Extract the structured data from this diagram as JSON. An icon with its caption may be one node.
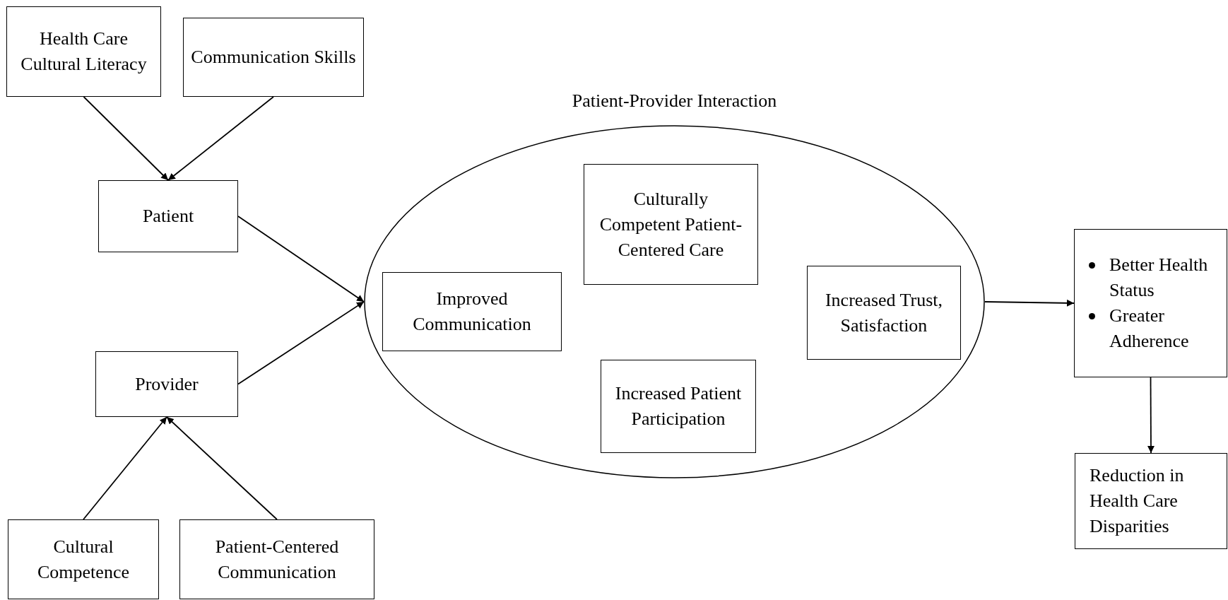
{
  "diagram": {
    "nodes": [
      {
        "text": [
          "Health Care Cultural Literacy"
        ]
      },
      {
        "text": [
          "Communication Skills"
        ]
      },
      {
        "text": [
          "Patient"
        ]
      },
      {
        "text": [
          "Provider"
        ]
      },
      {
        "text": [
          "Cultural Competence"
        ]
      },
      {
        "text": [
          "Patient-Centered Communication"
        ]
      },
      {
        "text": [
          "Patient-Provider Interaction"
        ]
      },
      {
        "text": [
          "Improved Communication"
        ],
        "in": 6
      },
      {
        "text": [
          "Culturally Competent Patient-Centered Care"
        ],
        "in": 6
      },
      {
        "text": [
          "Increased Trust, Satisfaction"
        ],
        "in": 6
      },
      {
        "text": [
          "Increased Patient Participation"
        ],
        "in": 6
      },
      {
        "text": [
          "Better Health Status",
          "Greater Adherence"
        ]
      },
      {
        "text": [
          "Reduction in Health Care Disparities"
        ]
      }
    ],
    "edges": [
      {
        "from": 0,
        "to": 2,
        "arrow": "to"
      },
      {
        "from": 1,
        "to": 2,
        "arrow": "to"
      },
      {
        "from": 2,
        "to": 6,
        "arrow": "to"
      },
      {
        "from": 3,
        "to": 6,
        "arrow": "to"
      },
      {
        "from": 4,
        "to": 3,
        "arrow": "to"
      },
      {
        "from": 5,
        "to": 3,
        "arrow": "to"
      },
      {
        "from": 6,
        "to": 11,
        "arrow": "to"
      },
      {
        "from": 11,
        "to": 12,
        "arrow": "to"
      }
    ]
  }
}
